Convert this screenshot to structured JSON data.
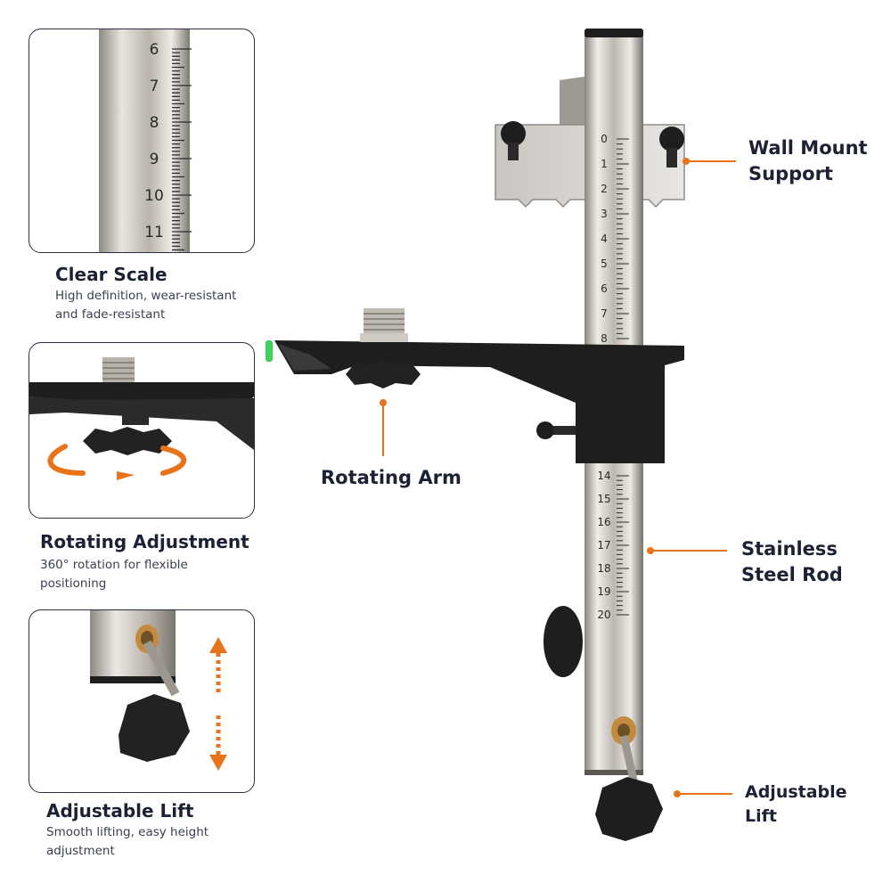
{
  "features": {
    "clear_scale": {
      "title": "Clear Scale",
      "desc_line1": "High definition, wear-resistant",
      "desc_line2": "and fade-resistant",
      "scale_numbers": [
        "6",
        "7",
        "8",
        "9",
        "10",
        "11"
      ]
    },
    "rotating_adjustment": {
      "title": "Rotating Adjustment",
      "desc_line1": "360° rotation for flexible",
      "desc_line2": "positioning"
    },
    "adjustable_lift": {
      "title": "Adjustable Lift",
      "desc_line1": "Smooth lifting, easy height",
      "desc_line2": "adjustment"
    }
  },
  "callouts": {
    "wall_mount_line1": "Wall Mount",
    "wall_mount_line2": "Support",
    "rotating_arm": "Rotating Arm",
    "steel_rod_line1": "Stainless",
    "steel_rod_line2": "Steel Rod",
    "lift_line1": "Adjustable",
    "lift_line2": "Lift"
  },
  "rod_scale": {
    "upper": [
      "0",
      "1",
      "2",
      "3",
      "4",
      "5",
      "6",
      "7",
      "8"
    ],
    "lower": [
      "14",
      "15",
      "16",
      "17",
      "18",
      "19",
      "20"
    ]
  },
  "colors": {
    "accent": "#e8731a",
    "text": "#1c2135",
    "steel": "#c9c4bd",
    "plastic": "#1e1e1e",
    "level_green": "#3fcf5a"
  }
}
